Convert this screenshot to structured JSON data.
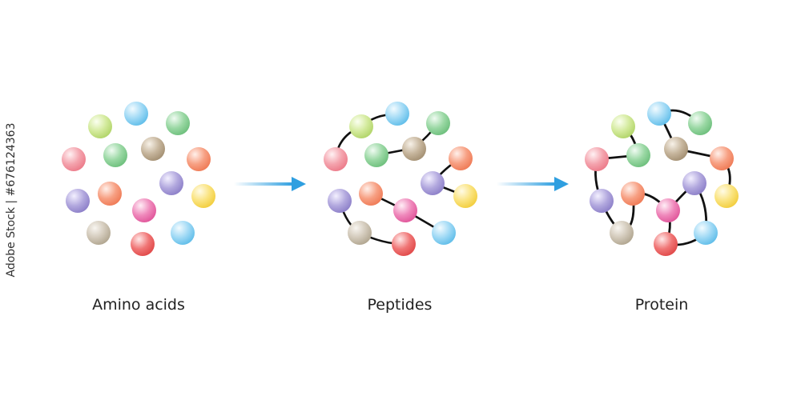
{
  "labels": {
    "amino_acids": "Amino acids",
    "peptides": "Peptides",
    "protein": "Protein"
  },
  "watermark": {
    "side_text": "Adobe Stock | #676124363"
  },
  "colors": {
    "arrow": "#2f9fe0",
    "bond": "#111111",
    "pink": "#f28b98",
    "green": "#8fd09a",
    "blue": "#8fd0f2",
    "lime": "#c8e48c",
    "tan": "#bba98f",
    "orange": "#f58a6a",
    "red": "#ec5e5e",
    "purple": "#a397d6",
    "magenta": "#ea6aa8",
    "yellow": "#f9dd61",
    "beige": "#c8beae"
  },
  "icons": {
    "arrow_1": "right-arrow-icon",
    "arrow_2": "right-arrow-icon"
  }
}
